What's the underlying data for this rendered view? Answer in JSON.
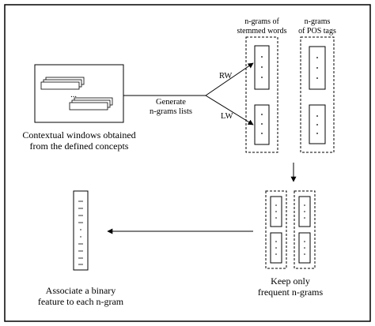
{
  "diagram": {
    "rw_label": "RW",
    "lw_label": "LW",
    "generate": {
      "line1": "Generate",
      "line2": "n-grams lists"
    },
    "context": {
      "line1": "Contextual windows obtained",
      "line2": "from the defined concepts",
      "ellipsis": "..."
    },
    "header_stemmed": {
      "line1": "n-grams of",
      "line2": "stemmed words"
    },
    "header_pos": {
      "line1": "n-grams",
      "line2": "of POS tags"
    },
    "keep": {
      "line1": "Keep only",
      "line2": "frequent n-grams"
    },
    "associate": {
      "line1": "Associate a binary",
      "line2": "feature to each n-gram"
    }
  }
}
